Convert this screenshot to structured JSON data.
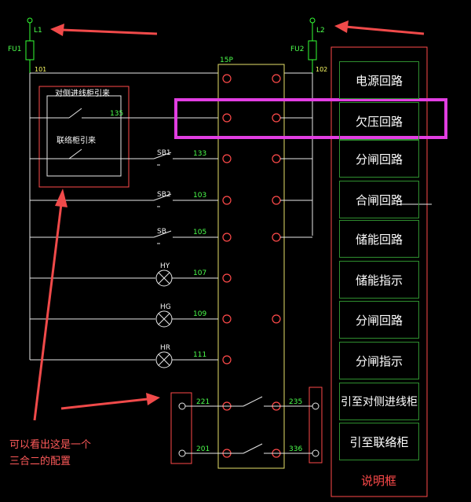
{
  "top_labels": {
    "l_left": "L1",
    "l_right": "L2",
    "fuse_left": "FU1",
    "fuse_right": "FU2",
    "wire_left": "101",
    "wire_right": "102"
  },
  "terminal_block_label": "15P",
  "box_left": {
    "title": "对侧进线柜引来",
    "inner": "联络柜引来",
    "wire": "135"
  },
  "rows": [
    {
      "switch": "SB1",
      "wire": "133"
    },
    {
      "switch": "SB2",
      "wire": "103"
    },
    {
      "switch": "SB",
      "wire": "105"
    },
    {
      "lamp": "HY",
      "wire": "107"
    },
    {
      "lamp": "HG",
      "wire": "109"
    },
    {
      "lamp": "HR",
      "wire": "111"
    }
  ],
  "bottom_wires": {
    "left_top": "221",
    "left_bottom": "201",
    "right_top": "235",
    "right_bottom": "336"
  },
  "explanation_boxes": [
    "电源回路",
    "欠压回路",
    "分闸回路",
    "合闸回路",
    "储能回路",
    "储能指示",
    "分闸回路",
    "分闸指示",
    "引至对侧进线柜",
    "引至联络柜"
  ],
  "explanation_footer": "说明框",
  "annotation": {
    "line1": "可以看出这是一个",
    "line2": "三合二的配置"
  },
  "colors": {
    "highlight": "#e23ee2",
    "arrow": "#f04a4a",
    "frame": "#ff5a5a",
    "terminal_frame": "#e6e06a",
    "wire": "#e8e8e8",
    "green_label": "#4cff4c"
  }
}
